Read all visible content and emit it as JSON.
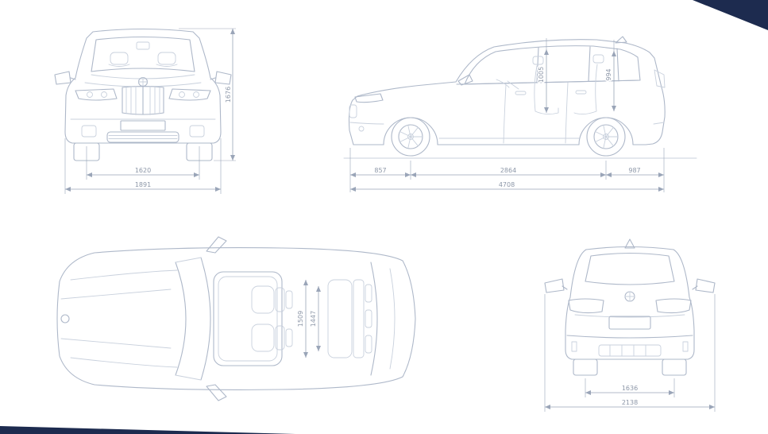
{
  "theme": {
    "bg": "#ffffff",
    "line": "#aeb8c9",
    "line_soft": "#c9d1dd",
    "dim": "#9aa5b8",
    "label": "#8d97a8",
    "corner": "#1d2b4f"
  },
  "diagram": {
    "views": {
      "front": {
        "dims": {
          "track": "1620",
          "overall_width": "1891",
          "height": "1676"
        }
      },
      "side": {
        "dims": {
          "front_overhang": "857",
          "wheelbase": "2864",
          "rear_overhang": "987",
          "overall_length": "4708",
          "front_headroom": "1005",
          "rear_headroom": "994"
        }
      },
      "top": {
        "dims": {
          "front_interior_width": "1509",
          "rear_interior_width": "1447"
        }
      },
      "rear": {
        "dims": {
          "track": "1636",
          "overall_width_mirrors": "2138"
        }
      }
    }
  }
}
